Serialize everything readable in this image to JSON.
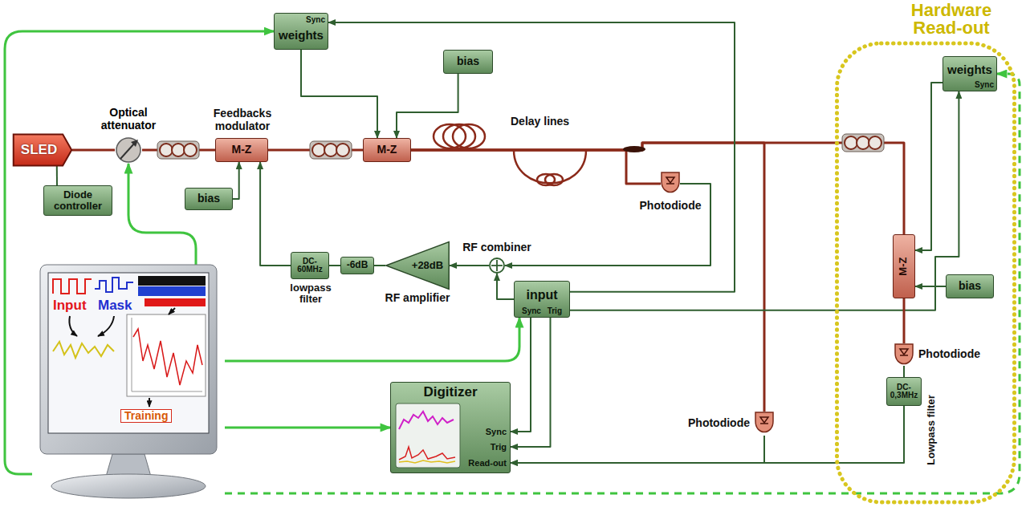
{
  "diagram": {
    "nodes": [
      {
        "text": [
          "SLED"
        ]
      },
      {
        "text": [
          "Diode controller"
        ]
      },
      {
        "text": [
          "Optical attenuator"
        ]
      },
      {
        "text": [
          "Feedbacks modulator",
          "M-Z"
        ]
      },
      {
        "text": [
          "bias"
        ]
      },
      {
        "text": [
          "Sync",
          "weights"
        ]
      },
      {
        "text": [
          "bias"
        ]
      },
      {
        "text": [
          "M-Z"
        ]
      },
      {
        "text": [
          "Photodiode"
        ]
      },
      {
        "text": [
          "+28dB",
          "RF amplifier"
        ]
      },
      {
        "text": [
          "-6dB"
        ]
      },
      {
        "text": [
          "DC- 60MHz",
          "lowpass filter"
        ]
      },
      {
        "text": [
          "RF combiner"
        ]
      },
      {
        "text": [
          "input",
          "Sync",
          "Trig"
        ]
      },
      {
        "text": [
          "Digitizer",
          "Sync",
          "Trig",
          "Read-out"
        ]
      },
      {
        "text": [
          "Photodiode"
        ]
      },
      {
        "text": [
          "Hardware Read-out"
        ]
      },
      {
        "text": [
          "weights",
          "Sync"
        ],
        "in": 16
      },
      {
        "text": [
          "M-Z"
        ],
        "in": 16
      },
      {
        "text": [
          "bias"
        ],
        "in": 16
      },
      {
        "text": [
          "Photodiode"
        ],
        "in": 16
      },
      {
        "text": [
          "DC- 0,3MHz",
          "Lowpass filter"
        ],
        "in": 16
      },
      {
        "text": [
          "Input",
          "Mask",
          "Training"
        ]
      }
    ],
    "edges": [
      {
        "from": 1,
        "to": 0,
        "arrow": "none"
      },
      {
        "from": 0,
        "to": 2,
        "arrow": "none"
      },
      {
        "from": 2,
        "to": 3,
        "arrow": "none"
      },
      {
        "from": 4,
        "to": 3,
        "arrow": "to"
      },
      {
        "from": 3,
        "to": 7,
        "arrow": "none"
      },
      {
        "from": 5,
        "to": 7,
        "arrow": "to"
      },
      {
        "from": 6,
        "to": 7,
        "arrow": "to"
      },
      {
        "from": 7,
        "to": 8,
        "arrow": "none"
      },
      {
        "from": 7,
        "to": 15,
        "arrow": "none"
      },
      {
        "from": 7,
        "to": 18,
        "arrow": "none"
      },
      {
        "from": 8,
        "to": 12,
        "arrow": "to"
      },
      {
        "from": 13,
        "to": 12,
        "arrow": "to"
      },
      {
        "from": 12,
        "to": 9,
        "arrow": "to"
      },
      {
        "from": 9,
        "to": 10,
        "arrow": "none"
      },
      {
        "from": 10,
        "to": 11,
        "arrow": "none"
      },
      {
        "from": 11,
        "to": 3,
        "arrow": "to"
      },
      {
        "from": 13,
        "to": 5,
        "arrow": "to"
      },
      {
        "from": 13,
        "to": 17,
        "arrow": "to"
      },
      {
        "from": 13,
        "to": 14,
        "arrow": "to"
      },
      {
        "from": 13,
        "to": 14,
        "arrow": "to"
      },
      {
        "from": 15,
        "to": 14,
        "arrow": "to"
      },
      {
        "from": 21,
        "to": 14,
        "arrow": "to"
      },
      {
        "from": 18,
        "to": 20,
        "arrow": "none"
      },
      {
        "from": 20,
        "to": 21,
        "arrow": "none"
      },
      {
        "from": 17,
        "to": 18,
        "arrow": "to"
      },
      {
        "from": 19,
        "to": 18,
        "arrow": "to"
      },
      {
        "from": 22,
        "to": 2,
        "arrow": "to"
      },
      {
        "from": 22,
        "to": 5,
        "arrow": "to"
      },
      {
        "from": 22,
        "to": 13,
        "arrow": "to"
      },
      {
        "from": 22,
        "to": 14,
        "arrow": "to"
      },
      {
        "from": 22,
        "to": 17,
        "arrow": "to"
      }
    ],
    "labels": [
      "Delay lines"
    ]
  }
}
